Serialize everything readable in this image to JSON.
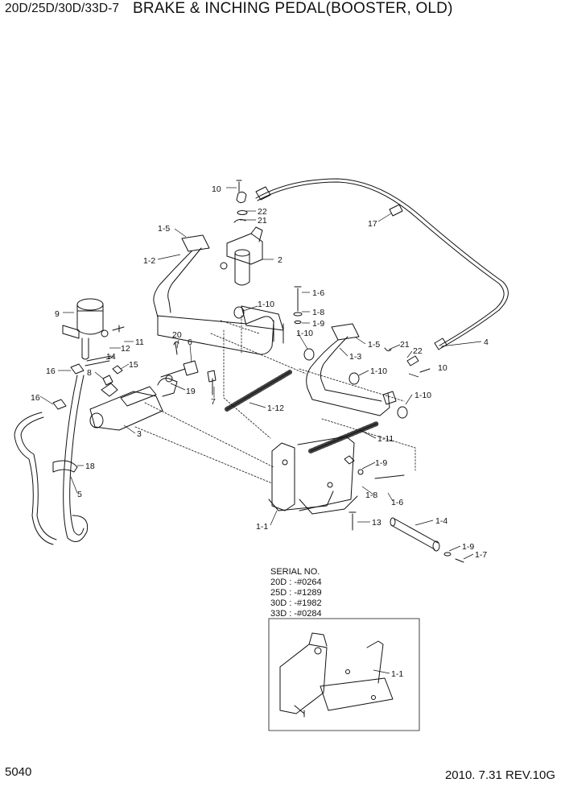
{
  "header": {
    "model": "20D/25D/30D/33D-7",
    "title": "BRAKE & INCHING PEDAL(BOOSTER, OLD)"
  },
  "footer": {
    "page_number": "5040",
    "date_revision": "2010. 7.31  REV.10G"
  },
  "serial_box": {
    "heading": "SERIAL NO.",
    "entries": [
      "20D : -#0264",
      "25D : -#1289",
      "30D : -#1982",
      "33D : -#0284"
    ]
  },
  "callouts": {
    "c10a": "10",
    "c22a": "22",
    "c21a": "21",
    "c17": "17",
    "c2": "2",
    "c1_5a": "1-5",
    "c1_2": "1-2",
    "c1_6": "1-6",
    "c1_10a": "1-10",
    "c1_8a": "1-8",
    "c1_9a": "1-9",
    "c1_10b": "1-10",
    "c1_5b": "1-5",
    "c1_3": "1-3",
    "c21b": "21",
    "c22b": "22",
    "c4": "4",
    "c9": "9",
    "c11": "11",
    "c12": "12",
    "c20": "20",
    "c6": "6",
    "c14": "14",
    "c15": "15",
    "c16a": "16",
    "c8": "8",
    "c19": "19",
    "c7": "7",
    "c1_10c": "1-10",
    "c10b": "10",
    "c1_12": "1-12",
    "c1_10d": "1-10",
    "c16b": "16",
    "c3": "3",
    "c1_11": "1-11",
    "c18": "18",
    "c1_9b": "1-9",
    "c5": "5",
    "c1_8b": "1-8",
    "c1_6b": "1-6",
    "c1_4": "1-4",
    "c13": "13",
    "c1_1a": "1-1",
    "c1_9c": "1-9",
    "c1_7": "1-7",
    "c1_1b": "1-1"
  },
  "colors": {
    "line": "#111111",
    "background": "#ffffff"
  }
}
